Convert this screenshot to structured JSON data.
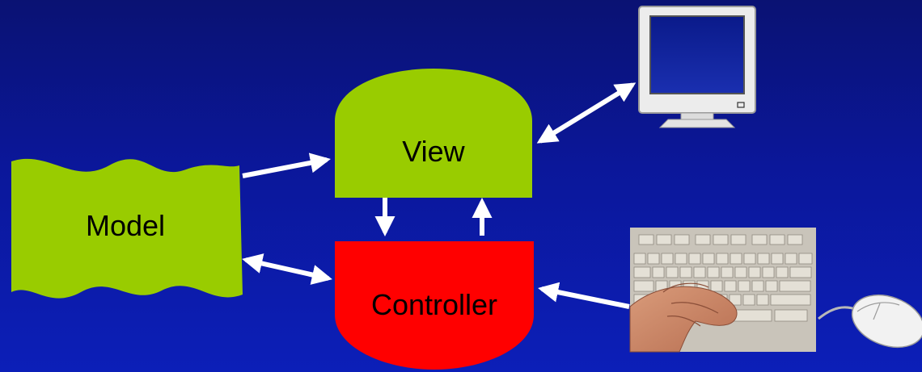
{
  "nodes": {
    "model": {
      "label": "Model"
    },
    "view": {
      "label": "View"
    },
    "controller": {
      "label": "Controller"
    }
  },
  "colors": {
    "background": "#0b179a",
    "model_fill": "#99cc00",
    "view_fill": "#99cc00",
    "controller_fill": "#ff0000",
    "arrow": "#ffffff"
  },
  "devices": {
    "monitor": "monitor-icon",
    "keyboard": "keyboard-photo",
    "mouse": "mouse-icon"
  }
}
